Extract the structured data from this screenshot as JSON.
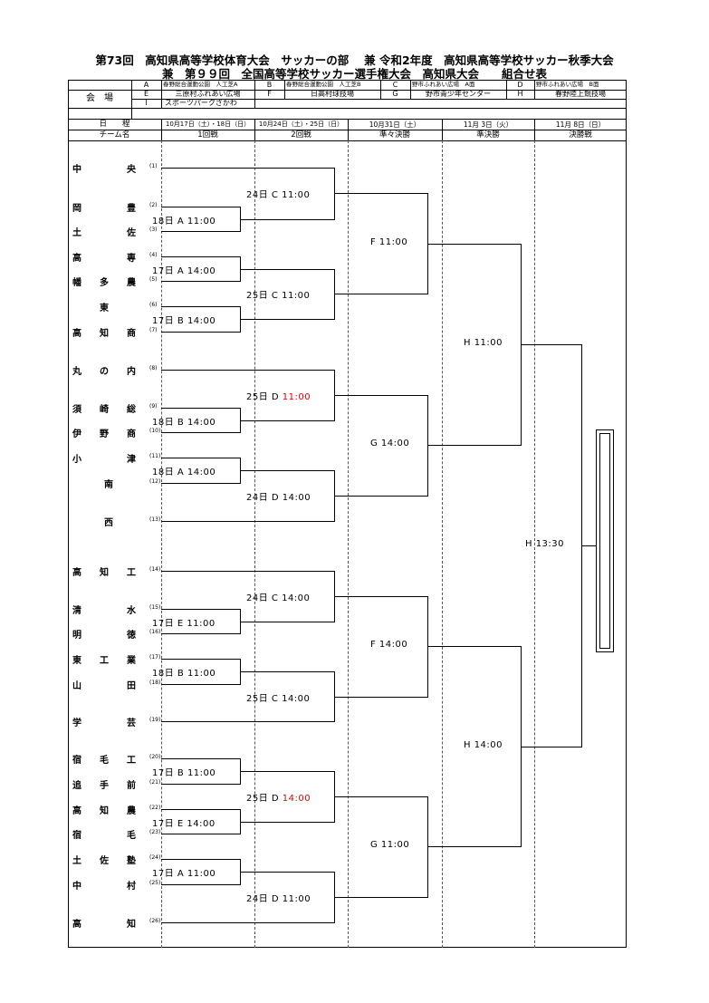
{
  "title_line1": "第73回　高知県高等学校体育大会　サッカーの部　 兼 令和2年度　高知県高等学校サッカー秋季大会",
  "title_line2": "兼　第９９回　全国高等学校サッカー選手権大会　高知県大会　　組合せ表",
  "venue_label": "会　場",
  "venues": [
    {
      "code": "A",
      "name": "春野総合運動公園　人工芝A"
    },
    {
      "code": "B",
      "name": "春野総合運動公園　人工芝B"
    },
    {
      "code": "C",
      "name": "野市ふれあい広場　A面"
    },
    {
      "code": "D",
      "name": "野市ふれあい広場　B面"
    },
    {
      "code": "E",
      "name": "三原村ふれあい広場"
    },
    {
      "code": "F",
      "name": "日高村球技場"
    },
    {
      "code": "G",
      "name": "野市青少年センター"
    },
    {
      "code": "H",
      "name": "春野陸上競技場"
    },
    {
      "code": "I",
      "name": "スポーツパークさかわ"
    }
  ],
  "schedule_label": "日　　程",
  "dates": [
    "10月17日（土）・18日（日）",
    "10月24日（土）・25日（日）",
    "10月31日（土）",
    "11月 3日（火）",
    "11月 8日（日）"
  ],
  "team_col_label": "チーム名",
  "rounds": [
    "1回戦",
    "2回戦",
    "準々決勝",
    "準決勝",
    "決勝戦"
  ],
  "teams": [
    {
      "name": "中央",
      "seed": "(1)"
    },
    {
      "name": "岡豊",
      "seed": "(2)"
    },
    {
      "name": "土佐",
      "seed": "(3)"
    },
    {
      "name": "高専",
      "seed": "(4)"
    },
    {
      "name": "幡多農",
      "seed": "(5)"
    },
    {
      "name": "東",
      "seed": "(6)"
    },
    {
      "name": "高知商",
      "seed": "(7)"
    },
    {
      "name": "丸の内",
      "seed": "(8)"
    },
    {
      "name": "須崎総",
      "seed": "(9)"
    },
    {
      "name": "伊野商",
      "seed": "(10)"
    },
    {
      "name": "小津",
      "seed": "(11)"
    },
    {
      "name": "南",
      "seed": "(12)"
    },
    {
      "name": "西",
      "seed": "(13)"
    },
    {
      "name": "高知工",
      "seed": "(14)"
    },
    {
      "name": "清水",
      "seed": "(15)"
    },
    {
      "name": "明徳",
      "seed": "(16)"
    },
    {
      "name": "東工業",
      "seed": "(17)"
    },
    {
      "name": "山田",
      "seed": "(18)"
    },
    {
      "name": "学芸",
      "seed": "(19)"
    },
    {
      "name": "宿毛工",
      "seed": "(20)"
    },
    {
      "name": "追手前",
      "seed": "(21)"
    },
    {
      "name": "高知農",
      "seed": "(22)"
    },
    {
      "name": "宿毛",
      "seed": "(23)"
    },
    {
      "name": "土佐塾",
      "seed": "(24)"
    },
    {
      "name": "中村",
      "seed": "(25)"
    },
    {
      "name": "高知",
      "seed": "(26)"
    }
  ],
  "matches": {
    "r1": [
      {
        "day": "18日",
        "venue": "A",
        "time": "11:00"
      },
      {
        "day": "17日",
        "venue": "A",
        "time": "14:00"
      },
      {
        "day": "17日",
        "venue": "B",
        "time": "14:00"
      },
      {
        "day": "18日",
        "venue": "B",
        "time": "14:00"
      },
      {
        "day": "18日",
        "venue": "A",
        "time": "14:00"
      },
      {
        "day": "17日",
        "venue": "E",
        "time": "11:00"
      },
      {
        "day": "18日",
        "venue": "B",
        "time": "11:00"
      },
      {
        "day": "17日",
        "venue": "B",
        "time": "11:00"
      },
      {
        "day": "17日",
        "venue": "E",
        "time": "14:00"
      },
      {
        "day": "17日",
        "venue": "A",
        "time": "11:00"
      }
    ],
    "r2": [
      {
        "day": "24日",
        "venue": "C",
        "time": "11:00",
        "highlight": false
      },
      {
        "day": "25日",
        "venue": "C",
        "time": "11:00",
        "highlight": false
      },
      {
        "day": "25日",
        "venue": "D",
        "time": "11:00",
        "highlight": true
      },
      {
        "day": "24日",
        "venue": "D",
        "time": "14:00",
        "highlight": false
      },
      {
        "day": "24日",
        "venue": "C",
        "time": "14:00",
        "highlight": false
      },
      {
        "day": "25日",
        "venue": "C",
        "time": "14:00",
        "highlight": false
      },
      {
        "day": "25日",
        "venue": "D",
        "time": "14:00",
        "highlight": true
      },
      {
        "day": "24日",
        "venue": "D",
        "time": "11:00",
        "highlight": false
      }
    ],
    "qf": [
      {
        "venue": "F",
        "time": "11:00"
      },
      {
        "venue": "G",
        "time": "14:00"
      },
      {
        "venue": "F",
        "time": "14:00"
      },
      {
        "venue": "G",
        "time": "11:00"
      }
    ],
    "sf": [
      {
        "venue": "H",
        "time": "11:00"
      },
      {
        "venue": "H",
        "time": "14:00"
      }
    ],
    "final": {
      "venue": "H",
      "time": "13:30"
    }
  }
}
